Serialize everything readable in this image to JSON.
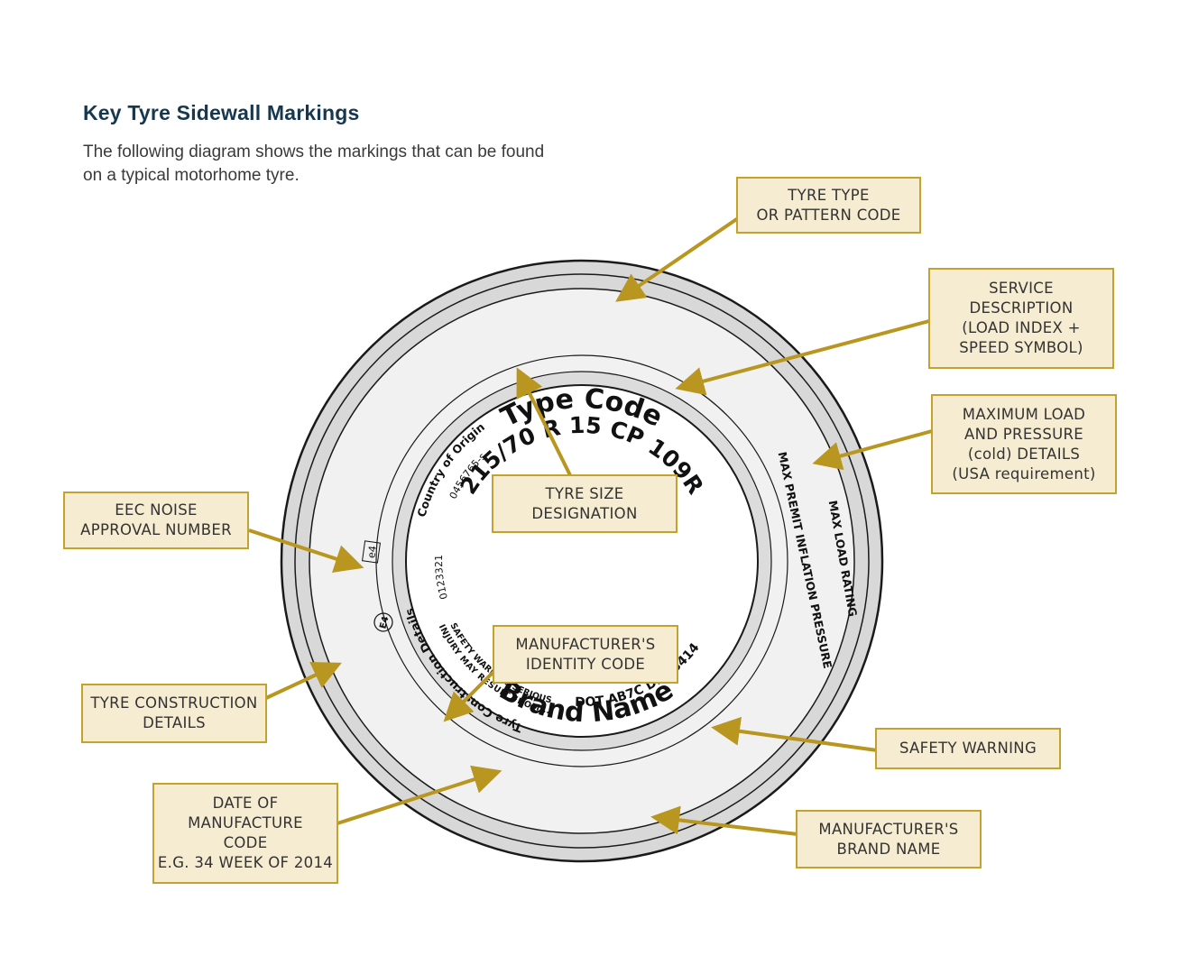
{
  "title": "Key Tyre Sidewall Markings",
  "intro": [
    "The following diagram shows the markings that can be found",
    "on a typical motorhome tyre."
  ],
  "tyre": {
    "type_code": "Type Code",
    "size": "215/70 R 15 CP 109R",
    "brand": "Brand Name",
    "country": "Country of Origin",
    "e4_small": "e4",
    "noise_number": "0456765-s",
    "e4_circle": "E4",
    "approval_number": "0123321",
    "construction": "Tyre Construction Details",
    "dot": "DOT AB7C DEF 3414",
    "safety_line1": "SAFETY WARNING SERIOUS",
    "safety_line2": "INJURY MAY RESULT FROM....",
    "max_load": "MAX LOAD RATING",
    "max_pressure": "MAX PREMIT INFLATION PRESSURE"
  },
  "labels": {
    "tyre_type": [
      "TYRE TYPE",
      "OR PATTERN CODE"
    ],
    "service": [
      "SERVICE",
      "DESCRIPTION",
      "(LOAD INDEX +",
      "SPEED SYMBOL)"
    ],
    "max_load": [
      "MAXIMUM LOAD",
      "AND PRESSURE",
      "(cold) DETAILS",
      "(USA requirement)"
    ],
    "tyre_size": [
      "TYRE SIZE",
      "DESIGNATION"
    ],
    "eec_noise": [
      "EEC NOISE",
      "APPROVAL NUMBER"
    ],
    "manufacturer_identity": [
      "MANUFACTURER'S",
      "IDENTITY CODE"
    ],
    "construction": [
      "TYRE CONSTRUCTION",
      "DETAILS"
    ],
    "safety": [
      "SAFETY WARNING"
    ],
    "date": [
      "DATE OF",
      "MANUFACTURE",
      "CODE",
      "E.G. 34 WEEK OF 2014"
    ],
    "brand": [
      "MANUFACTURER'S",
      "BRAND NAME"
    ]
  },
  "colors": {
    "title": "#16384f",
    "label_fill": "#f6ecd1",
    "label_border": "#c4a22e",
    "arrow": "#b8961f",
    "tyre_outer": "#d9d9d9",
    "tyre_band": "#f2f2f2"
  }
}
